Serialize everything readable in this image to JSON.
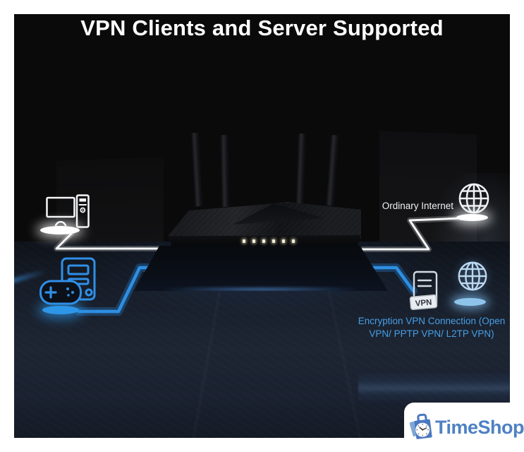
{
  "title": "VPN Clients and Server Supported",
  "diagram": {
    "ordinary_internet_label": "Ordinary Internet",
    "vpn_caption_line1": "Encryption VPN Connection (Open",
    "vpn_caption_line2": "VPN/ PPTP VPN/ L2TP VPN)",
    "vpn_badge_label": "VPN",
    "device": "wifi-router-4-antennas",
    "icons": {
      "left_top": "desktop-computer-icon",
      "left_bottom": "gaming-pc-gamepad-icon",
      "right_top": "globe-icon",
      "right_middle": "vpn-server-icon",
      "right_bottom": "globe-icon"
    }
  },
  "branding": {
    "name": "TimeShop",
    "icon": "shopping-bag-clock-icon"
  },
  "colors": {
    "background_black": "#0a0a0b",
    "floor_navy": "#1d2533",
    "connection_white": "#f5f7f8",
    "connection_blue": "#2e8fe2",
    "caption_blue": "#459fe6",
    "brand_blue": "#4e81c4",
    "led": "#f0ecd8"
  }
}
